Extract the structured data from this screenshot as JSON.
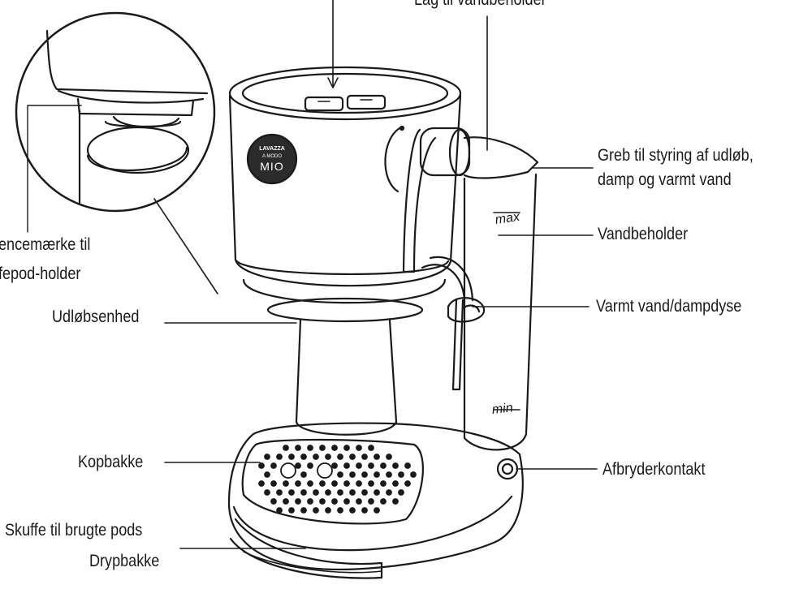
{
  "labels": {
    "lid": "Låg til vandbeholder",
    "lever": "Greb til styring af udløb,",
    "lever_line2": "damp og varmt vand",
    "tank": "Vandbeholder",
    "nozzle": "Varmt vand/dampdyse",
    "switch": "Afbryderkontakt",
    "ref_mark": "encemærke til",
    "ref_mark_line2": "fepod-holder",
    "outlet": "Udløbsenhed",
    "cup_tray": "Kopbakke",
    "pod_drawer": "Skuffe til brugte pods",
    "drip_tray": "Drypbakke"
  },
  "markings": {
    "max": "max",
    "min": "min",
    "brand_top": "LAVAZZA",
    "brand_mid": "A MODO",
    "brand_bottom": "MIO"
  },
  "colors": {
    "line": "#1a1a1a",
    "brand_badge": "#2b2b2b",
    "background": "#ffffff"
  }
}
